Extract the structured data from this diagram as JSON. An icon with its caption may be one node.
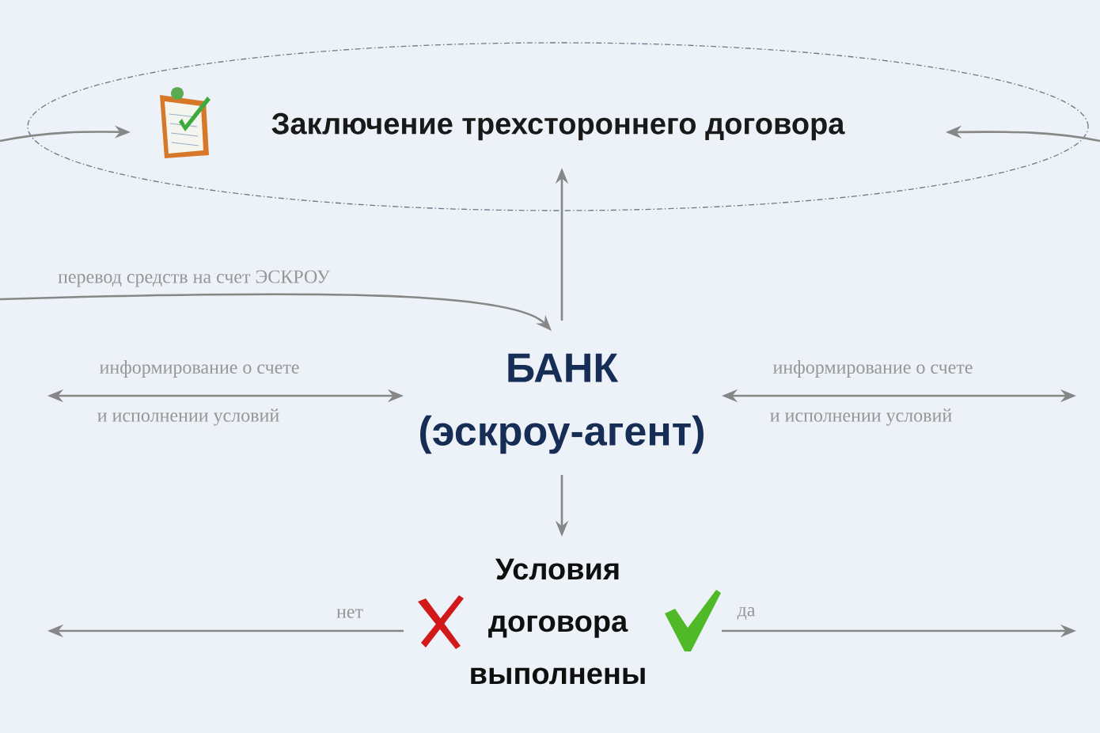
{
  "diagram": {
    "nodes": [
      {
        "text": [
          "Заключение трехстороннего договора"
        ]
      },
      {
        "text": [
          "БАНК (эскроу-агент)"
        ]
      },
      {
        "text": [
          "Условия договора выполнены"
        ]
      }
    ],
    "edges": [
      {
        "from": null,
        "to": 0,
        "arrow": "to"
      },
      {
        "from": null,
        "to": 0,
        "arrow": "to"
      },
      {
        "from": 1,
        "to": 0,
        "arrow": "to"
      },
      {
        "from": null,
        "to": 1,
        "arrow": "to",
        "label": "перевод средств на счет ЭСКРОУ"
      },
      {
        "from": 1,
        "to": null,
        "arrow": "both",
        "label": "информирование о счете"
      },
      {
        "from": 1,
        "to": null,
        "arrow": "both",
        "label": "информирование о счете"
      },
      {
        "from": 1,
        "to": 2,
        "arrow": "to"
      },
      {
        "from": 2,
        "to": null,
        "arrow": "to",
        "label": "нет"
      },
      {
        "from": 2,
        "to": null,
        "arrow": "to",
        "label": "да"
      }
    ],
    "labels": [
      "и исполнении условий",
      "и исполнении условий"
    ]
  }
}
